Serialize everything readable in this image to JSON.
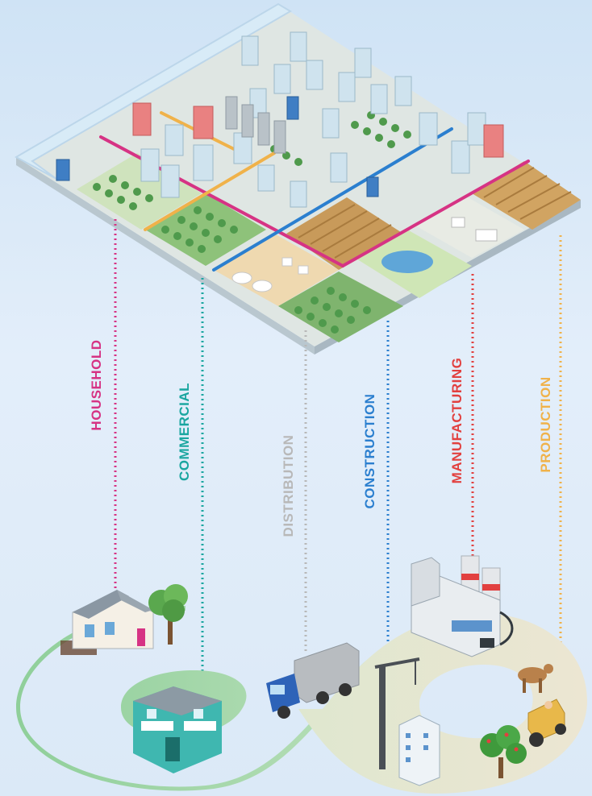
{
  "labels": {
    "household": "HOUSEHOLD",
    "commercial": "COMMERCIAL",
    "distribution": "DISTRIBUTION",
    "construction": "CONSTRUCTION",
    "manufacturing": "MANUFACTURING",
    "production": "PRODUCTION"
  },
  "colors": {
    "household": "#d63384",
    "commercial": "#1aa6a0",
    "distribution": "#b8b8b8",
    "construction": "#2b7fcf",
    "manufacturing": "#e2403f",
    "production": "#f0b24a"
  }
}
